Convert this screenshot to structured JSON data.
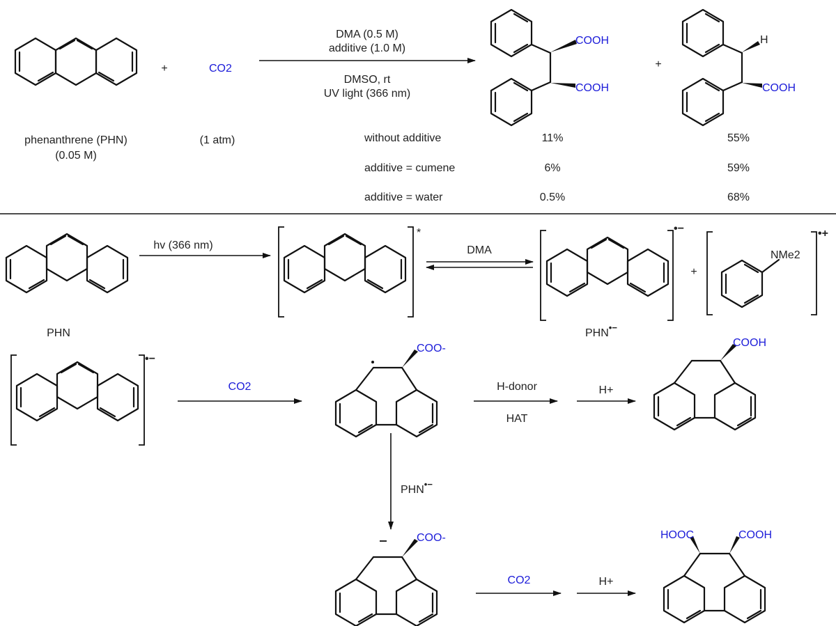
{
  "colors": {
    "blue": "#1c1cd9",
    "ink": "#111111"
  },
  "top_reaction": {
    "conditions": {
      "line1": "DMA (0.5 M)",
      "line2": "additive (1.0 M)",
      "line3": "DMSO, rt",
      "line4": "UV light (366 nm)"
    },
    "plus": "+",
    "co2": "CO2",
    "substrate_label": "phenanthrene  (PHN)",
    "substrate_conc": "(0.05 M)",
    "co2_pressure": "(1 atm)",
    "cooh": "COOH",
    "h": "H",
    "table": [
      {
        "condition": "without additive",
        "diacid": "11%",
        "monoacid": "55%"
      },
      {
        "condition": "additive = cumene",
        "diacid": "6%",
        "monoacid": "59%"
      },
      {
        "condition": "additive = water",
        "diacid": "0.5%",
        "monoacid": "68%"
      }
    ]
  },
  "mechanism": {
    "hv": "hv (366 nm)",
    "excited": "*",
    "dma": "DMA",
    "phn": "PHN",
    "radical_anion": "PHN",
    "radical_anion_charge": "•−",
    "radical_cation_charge": "•+",
    "nme2": "NMe2",
    "plus": "+",
    "co2": "CO2",
    "coo_minus": "COO-",
    "h_donor": "H-donor",
    "hat": "HAT",
    "h_plus": "H+",
    "hooc": "HOOC",
    "cooh": "COOH"
  }
}
